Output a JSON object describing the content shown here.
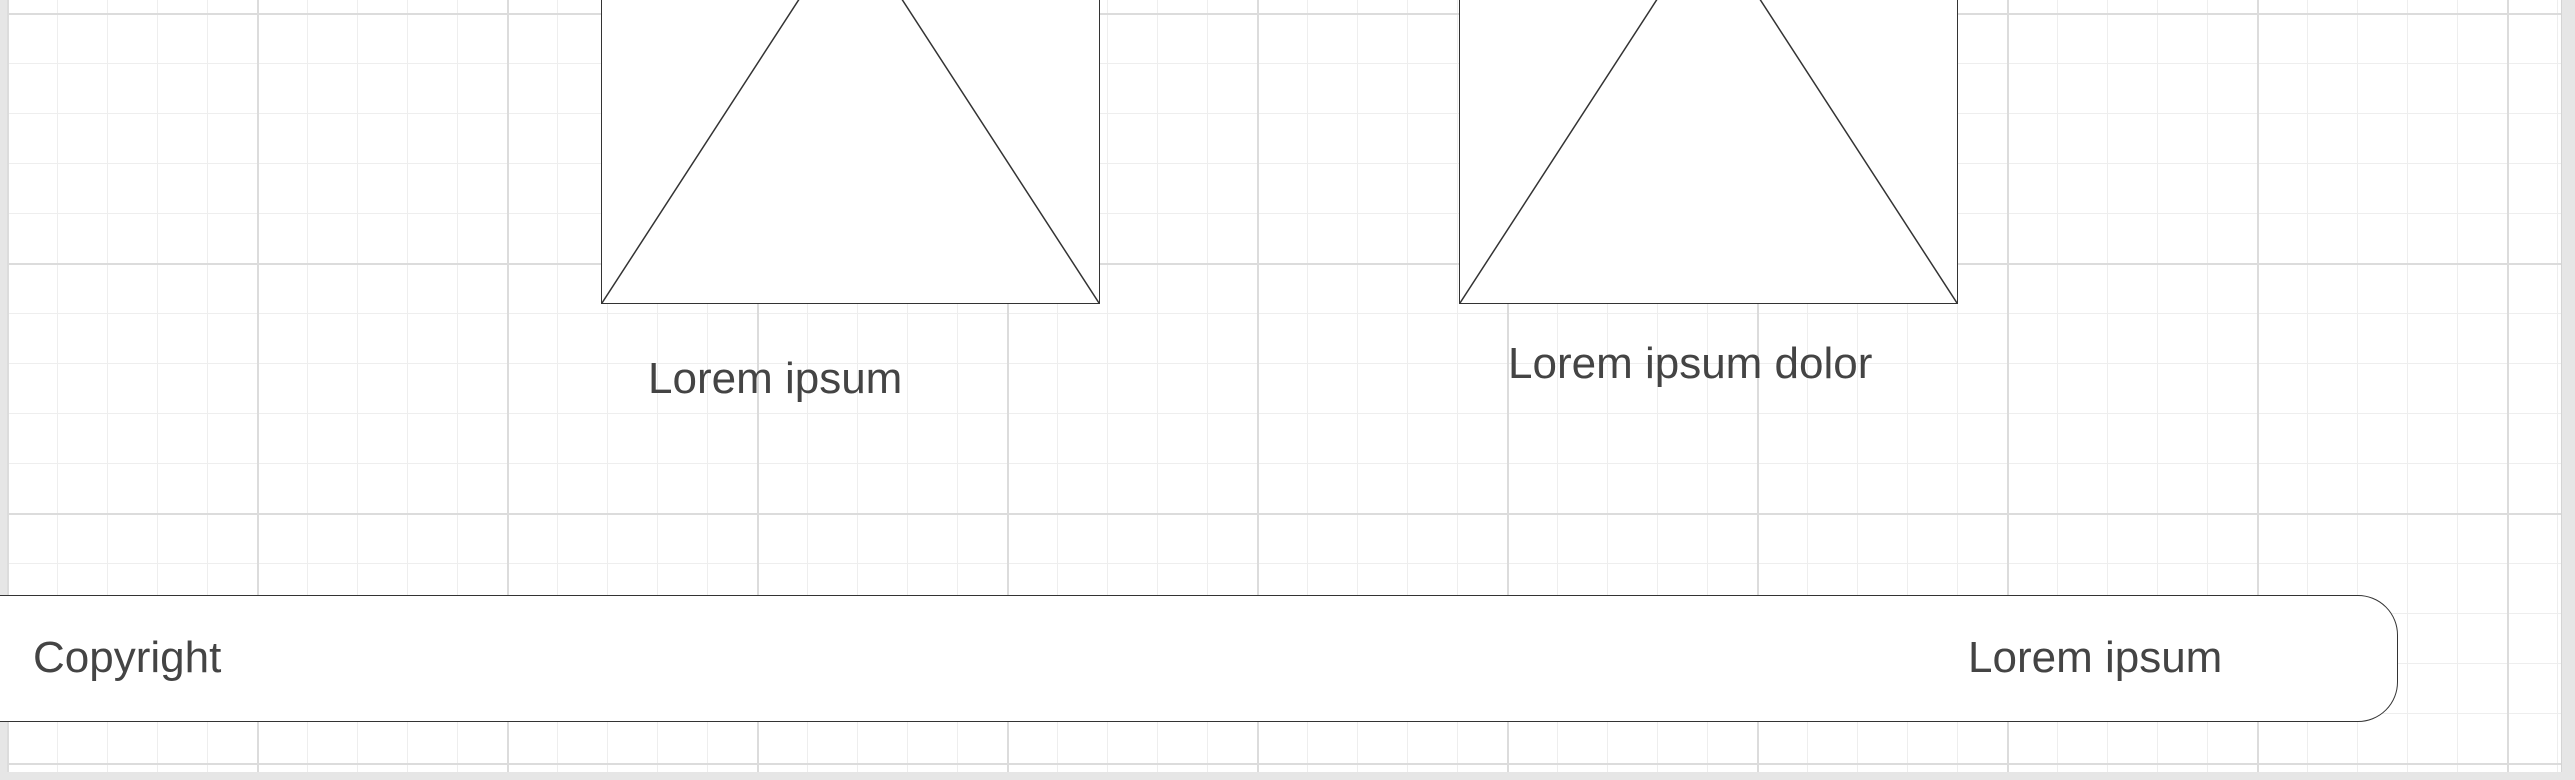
{
  "content": {
    "images": [
      {
        "caption": "Lorem ipsum"
      },
      {
        "caption": "Lorem ipsum dolor"
      }
    ]
  },
  "footer": {
    "left_text": "Copyright",
    "right_text": "Lorem ipsum"
  },
  "colors": {
    "stroke": "#333333",
    "text": "#444444",
    "grid_major": "#dcdcdc",
    "grid_minor": "#eeeeee",
    "background": "#ffffff"
  }
}
